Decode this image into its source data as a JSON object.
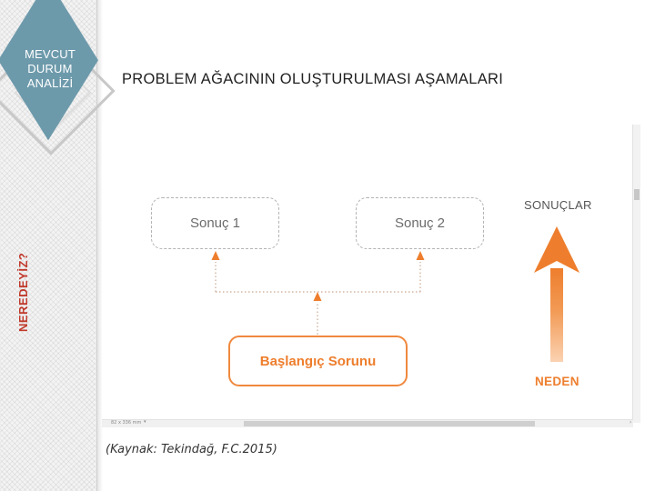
{
  "sidebar": {
    "badge_lines": [
      "MEVCUT",
      "DURUM",
      "ANALİZİ"
    ],
    "vertical_label": "NEREDEYİZ?"
  },
  "slide": {
    "title": "PROBLEM AĞACININ OLUŞTURULMASI AŞAMALARI",
    "source": "(Kaynak: Tekindağ, F.C.2015)"
  },
  "diagram": {
    "result_boxes": [
      "Sonuç 1",
      "Sonuç 2"
    ],
    "start_box": "Başlangıç Sorunu",
    "axis_top_label": "SONUÇLAR",
    "axis_bottom_label": "NEDEN"
  },
  "viewer": {
    "zoom_readout": "82 x 336 mm"
  },
  "colors": {
    "badge": "#6d9aab",
    "accent_orange": "#ee7e2d",
    "vertical_label_red": "#c0392b",
    "dashed_gray": "#b3b3b3"
  }
}
